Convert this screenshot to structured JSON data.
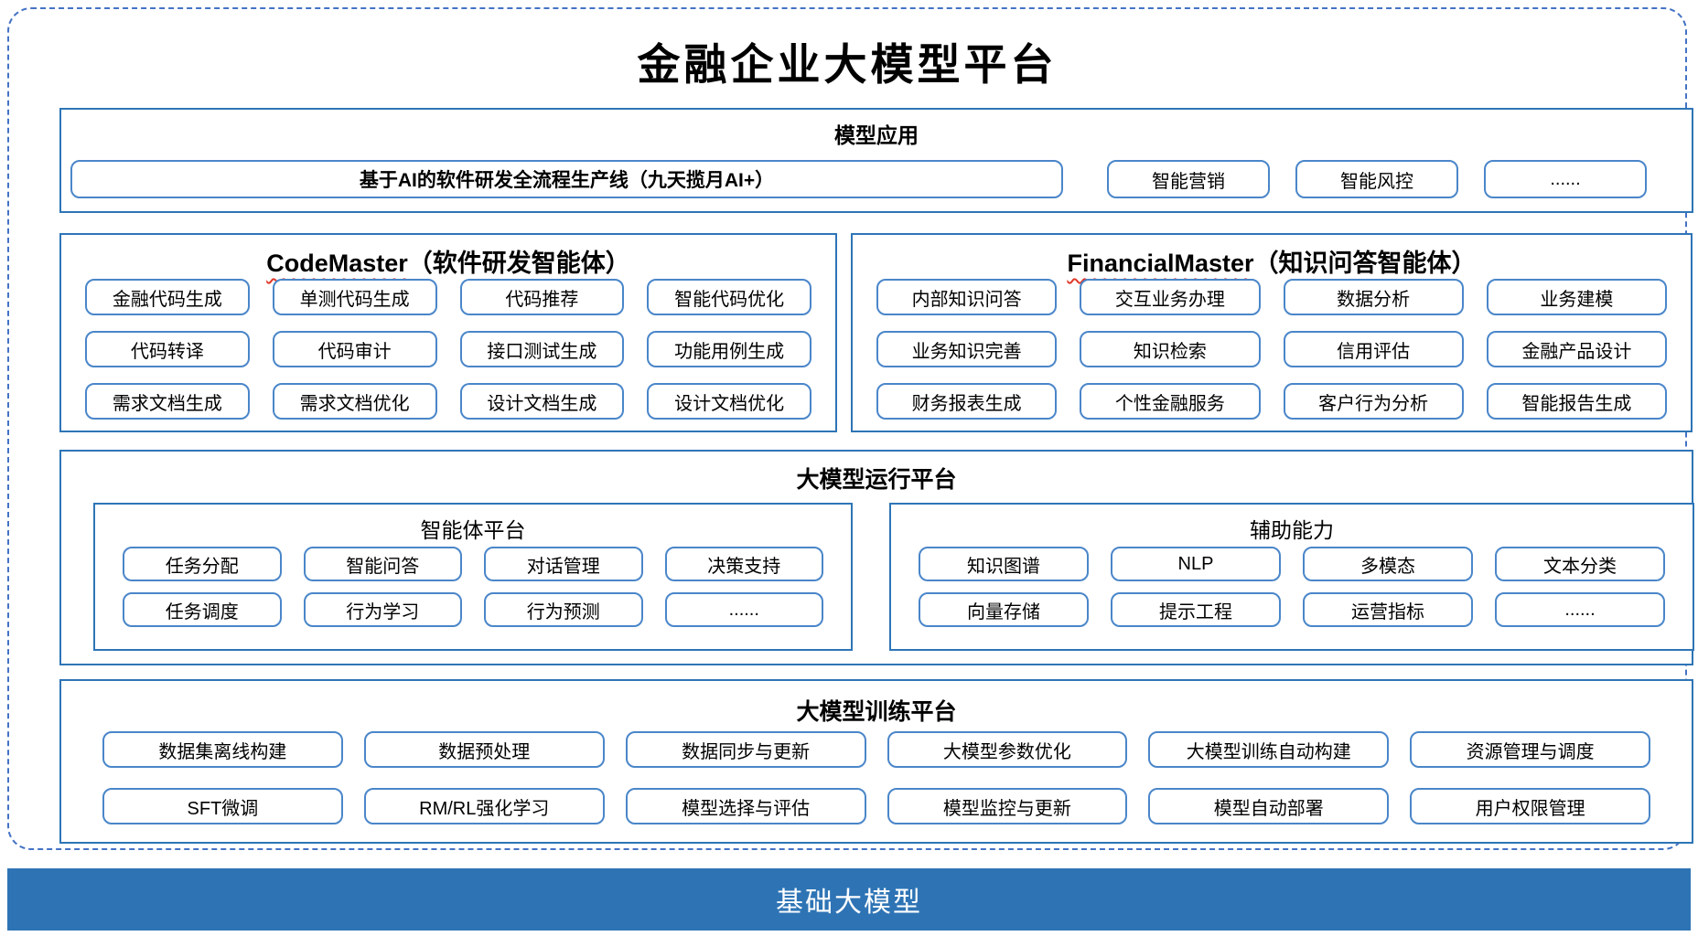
{
  "title": "金融企业大模型平台",
  "colors": {
    "section_border_blue": "#2E75B6",
    "button_border_blue": "#4A86C9",
    "dashed_border_blue": "#4472C4",
    "base_bar_blue": "#2E74B5",
    "squiggle_red": "#E0392B"
  },
  "model_apps": {
    "header": "模型应用",
    "main_item": "基于AI的软件研发全流程生产线（九天揽月AI+）",
    "items": [
      "智能营销",
      "智能风控",
      "......"
    ]
  },
  "code_master": {
    "title_en": "CodeMaster",
    "title_zh": "（软件研发智能体）",
    "items": [
      "金融代码生成",
      "单测代码生成",
      "代码推荐",
      "智能代码优化",
      "代码转译",
      "代码审计",
      "接口测试生成",
      "功能用例生成",
      "需求文档生成",
      "需求文档优化",
      "设计文档生成",
      "设计文档优化"
    ]
  },
  "financial_master": {
    "title_en": "FinancialMaster",
    "title_zh": "（知识问答智能体）",
    "items": [
      "内部知识问答",
      "交互业务办理",
      "数据分析",
      "业务建模",
      "业务知识完善",
      "知识检索",
      "信用评估",
      "金融产品设计",
      "财务报表生成",
      "个性金融服务",
      "客户行为分析",
      "智能报告生成"
    ]
  },
  "runtime_platform": {
    "header": "大模型运行平台",
    "agent_platform": {
      "header": "智能体平台",
      "items": [
        "任务分配",
        "智能问答",
        "对话管理",
        "决策支持",
        "任务调度",
        "行为学习",
        "行为预测",
        "......"
      ]
    },
    "auxiliary": {
      "header": "辅助能力",
      "items": [
        "知识图谱",
        "NLP",
        "多模态",
        "文本分类",
        "向量存储",
        "提示工程",
        "运营指标",
        "......"
      ]
    }
  },
  "training_platform": {
    "header": "大模型训练平台",
    "items": [
      "数据集离线构建",
      "数据预处理",
      "数据同步与更新",
      "大模型参数优化",
      "大模型训练自动构建",
      "资源管理与调度",
      "SFT微调",
      "RM/RL强化学习",
      "模型选择与评估",
      "模型监控与更新",
      "模型自动部署",
      "用户权限管理"
    ]
  },
  "base_bar": {
    "label": "基础大模型"
  }
}
